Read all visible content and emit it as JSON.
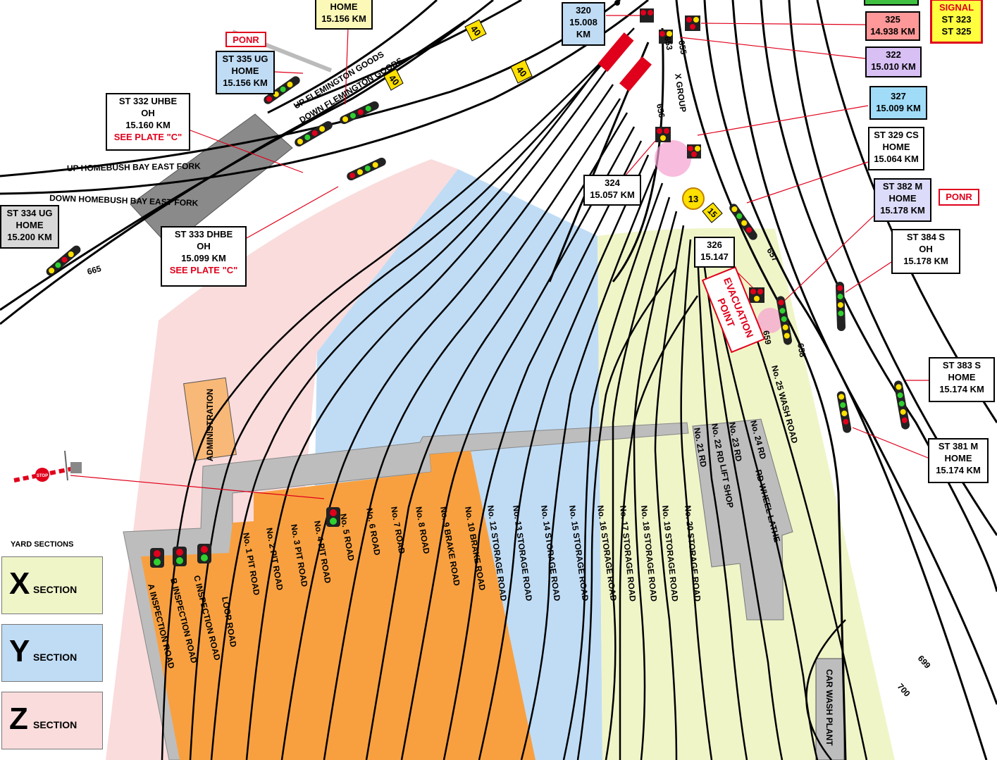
{
  "tracks": {
    "up_flemington": "UP FLEMINGTON GOODS",
    "down_flemington": "DOWN FLEMINGTON GOODS",
    "up_homebush": "UP HOMEBUSH BAY EAST FORK",
    "down_homebush": "DOWN HOMEBUSH BAY EAST FORK",
    "x_group": "X GROUP"
  },
  "boxes": {
    "top_home": {
      "l1": "HOME",
      "l2": "15.156 KM"
    },
    "ponr_335": "PONR",
    "st335": {
      "l1": "ST 335 UG",
      "l2": "HOME",
      "l3": "15.156 KM"
    },
    "st332": {
      "l1": "ST 332 UHBE",
      "l2": "OH",
      "l3": "15.160 KM",
      "l4": "SEE PLATE \"C\""
    },
    "st334": {
      "l1": "ST 334 UG",
      "l2": "HOME",
      "l3": "15.200 KM"
    },
    "st333": {
      "l1": "ST 333 DHBE",
      "l2": "OH",
      "l3": "15.099 KM",
      "l4": "SEE PLATE \"C\""
    },
    "b320": {
      "l1": "320",
      "l2": "15.008",
      "l3": "KM"
    },
    "b325": {
      "l1": "325",
      "l2": "14.938 KM"
    },
    "signal": {
      "l1": "SIGNAL",
      "l2": "ST 323",
      "l3": "ST 325"
    },
    "b322": {
      "l1": "322",
      "l2": "15.010  KM"
    },
    "b327": {
      "l1": "327",
      "l2": "15.009 KM"
    },
    "st329": {
      "l1": "ST 329 CS",
      "l2": "HOME",
      "l3": "15.064 KM"
    },
    "b324": {
      "l1": "324",
      "l2": "15.057 KM"
    },
    "st382": {
      "l1": "ST 382 M",
      "l2": "HOME",
      "l3": "15.178  KM"
    },
    "ponr_382": "PONR",
    "st384": {
      "l1": "ST 384 S",
      "l2": "OH",
      "l3": "15.178  KM"
    },
    "b326": {
      "l1": "326",
      "l2": "15.147"
    },
    "st383": {
      "l1": "ST 383 S",
      "l2": "HOME",
      "l3": "15.174 KM"
    },
    "st381": {
      "l1": "ST 381 M",
      "l2": "HOME",
      "l3": "15.174  KM"
    }
  },
  "evacuation": {
    "l1": "EVACUATION",
    "l2": "POINT"
  },
  "stop_sign": "STOP",
  "speed_signs": [
    "40",
    "40",
    "40",
    "15"
  ],
  "circle_13": "13",
  "track_numbers": [
    "653",
    "655",
    "656",
    "657",
    "658",
    "659",
    "665",
    "699",
    "700"
  ],
  "buildings": {
    "administration": "ADMINISTRATION",
    "lift_shop": "LIFT SHOP",
    "wheel_lathe": "RD WHEEL  LATHE",
    "car_wash": "CAR WASH PLANT"
  },
  "roads": {
    "a": "A  INSPECTION  ROAD",
    "b": "B  INSPECTION  ROAD",
    "c": "C  INSPECTION ROAD",
    "loop": "LOOP ROAD",
    "r1": "No. 1  PIT  ROAD",
    "r2": "No. 2  PIT  ROAD",
    "r3": "No. 3  PIT  ROAD",
    "r4": "No. 4  PIT  ROAD",
    "r5": "No. 5  ROAD",
    "r6": "No. 6  ROAD",
    "r7": "No. 7  ROAD",
    "r8": "No. 8  ROAD",
    "r9": "No. 9  BRAKE ROAD",
    "r10": "No. 10  BRAKE  ROAD",
    "r12": "No. 12  STORAGE  ROAD",
    "r13": "No. 13  STORAGE  ROAD",
    "r14": "No. 14 STORAGE  ROAD",
    "r15": "No. 15  STORAGE  ROAD",
    "r16": "No. 16  STORAGE  ROAD",
    "r17": "No. 17  STORAGE  ROAD",
    "r18": "No. 18 STORAGE  ROAD",
    "r19": "No. 19  STORAGE  ROAD",
    "r20": "No.  20  STORAGE  ROAD",
    "r21": "No. 21  RD",
    "r22": "No. 22  RD",
    "r23": "No. 23  RD",
    "r24": "No. 24  RD",
    "r25": "No. 25  WASH   ROAD"
  },
  "legend": {
    "title": "YARD SECTIONS",
    "x": {
      "letter": "X",
      "word": "SECTION",
      "color": "#f0f5c8"
    },
    "y": {
      "letter": "Y",
      "word": "SECTION",
      "color": "#c0dcf5"
    },
    "z": {
      "letter": "Z",
      "word": "SECTION",
      "color": "#fadcdc"
    }
  },
  "colors": {
    "orange": "#f8a040",
    "grey": "#bdbdbd",
    "pink": "#fadcdc",
    "blue": "#c0dcf5",
    "yellow": "#f0f5c8",
    "red": "#e0001b"
  }
}
